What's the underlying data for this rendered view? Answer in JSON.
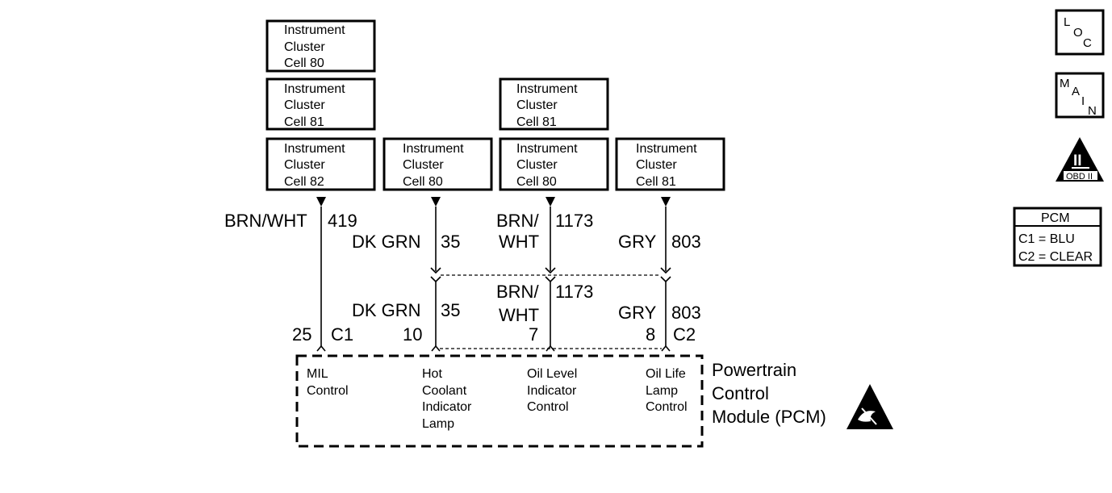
{
  "cells": [
    {
      "lines": [
        "Instrument",
        "Cluster",
        "Cell 80"
      ]
    },
    {
      "lines": [
        "Instrument",
        "Cluster",
        "Cell 81"
      ]
    },
    {
      "lines": [
        "Instrument",
        "Cluster",
        "Cell 82"
      ]
    },
    {
      "lines": [
        "Instrument",
        "Cluster",
        "Cell 80"
      ]
    },
    {
      "lines": [
        "Instrument",
        "Cluster",
        "Cell 81"
      ]
    },
    {
      "lines": [
        "Instrument",
        "Cluster",
        "Cell 80"
      ]
    },
    {
      "lines": [
        "Instrument",
        "Cluster",
        "Cell 81"
      ]
    }
  ],
  "wires": [
    {
      "color": "BRN/WHT",
      "circuit": "419"
    },
    {
      "color": "DK GRN",
      "circuit": "35"
    },
    {
      "color_line1": "BRN/",
      "color_line2": "WHT",
      "circuit": "1173"
    },
    {
      "color": "GRY",
      "circuit": "803"
    }
  ],
  "lower_wires": [
    {
      "color": "DK GRN",
      "circuit": "35"
    },
    {
      "color_line1": "BRN/",
      "color_line2": "WHT",
      "circuit": "1173"
    },
    {
      "color": "GRY",
      "circuit": "803"
    }
  ],
  "pins": [
    {
      "pin": "25",
      "connector": "C1"
    },
    {
      "pin": "10"
    },
    {
      "pin": "7"
    },
    {
      "pin": "8",
      "connector": "C2"
    }
  ],
  "pcm_functions": [
    {
      "lines": [
        "MIL",
        "Control"
      ]
    },
    {
      "lines": [
        "Hot",
        "Coolant",
        "Indicator",
        "Lamp"
      ]
    },
    {
      "lines": [
        "Oil Level",
        "Indicator",
        "Control"
      ]
    },
    {
      "lines": [
        "Oil Life",
        "Lamp",
        "Control"
      ]
    }
  ],
  "pcm_name": [
    "Powertrain",
    "Control",
    "Module (PCM)"
  ],
  "icons": {
    "loc": [
      "L",
      "O",
      "C"
    ],
    "main": [
      "M",
      "A",
      "I",
      "N"
    ],
    "obd": {
      "roman": "II",
      "label": "OBD II"
    }
  },
  "pcm_legend": {
    "title": "PCM",
    "rows": [
      "C1 = BLU",
      "C2 = CLEAR"
    ]
  }
}
